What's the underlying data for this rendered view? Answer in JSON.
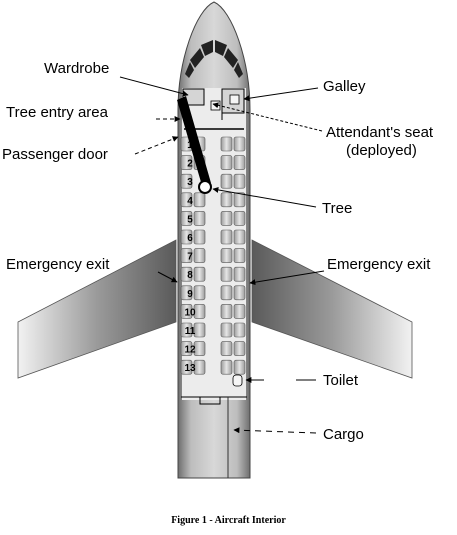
{
  "labels": {
    "wardrobe": "Wardrobe",
    "galley": "Galley",
    "tree_entry_area": "Tree entry area",
    "attendants_seat_line1": "Attendant's seat",
    "attendants_seat_line2": "(deployed)",
    "passenger_door": "Passenger door",
    "tree": "Tree",
    "emergency_exit_left": "Emergency exit",
    "emergency_exit_right": "Emergency exit",
    "toilet": "Toilet",
    "cargo": "Cargo"
  },
  "row_numbers": [
    "1",
    "2",
    "3",
    "4",
    "5",
    "6",
    "7",
    "8",
    "9",
    "10",
    "11",
    "12",
    "13"
  ],
  "caption": "Figure 1 - Aircraft Interior"
}
